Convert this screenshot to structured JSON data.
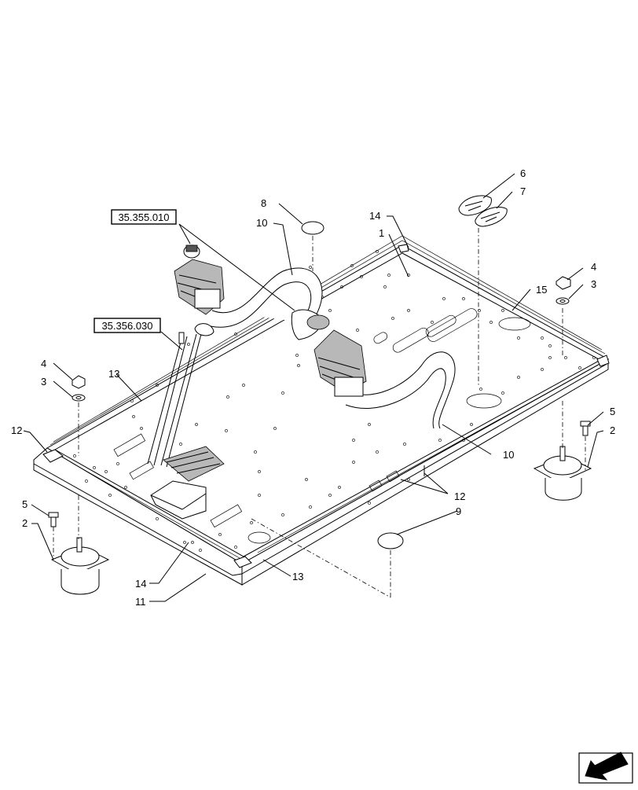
{
  "diagram": {
    "references": [
      {
        "id": "ref-a",
        "text": "35.355.010"
      },
      {
        "id": "ref-b",
        "text": "35.356.030"
      }
    ],
    "callouts": [
      {
        "id": "c1",
        "text": "1"
      },
      {
        "id": "c2a",
        "text": "2"
      },
      {
        "id": "c2b",
        "text": "2"
      },
      {
        "id": "c3a",
        "text": "3"
      },
      {
        "id": "c3b",
        "text": "3"
      },
      {
        "id": "c4a",
        "text": "4"
      },
      {
        "id": "c4b",
        "text": "4"
      },
      {
        "id": "c5a",
        "text": "5"
      },
      {
        "id": "c5b",
        "text": "5"
      },
      {
        "id": "c6",
        "text": "6"
      },
      {
        "id": "c7",
        "text": "7"
      },
      {
        "id": "c8",
        "text": "8"
      },
      {
        "id": "c9",
        "text": "9"
      },
      {
        "id": "c10a",
        "text": "10"
      },
      {
        "id": "c10b",
        "text": "10"
      },
      {
        "id": "c11",
        "text": "11"
      },
      {
        "id": "c12a",
        "text": "12"
      },
      {
        "id": "c12b",
        "text": "12"
      },
      {
        "id": "c13a",
        "text": "13"
      },
      {
        "id": "c13b",
        "text": "13"
      },
      {
        "id": "c14a",
        "text": "14"
      },
      {
        "id": "c14b",
        "text": "14"
      },
      {
        "id": "c15",
        "text": "15"
      }
    ],
    "icons": {
      "nav": "arrow-down-left-icon"
    }
  }
}
